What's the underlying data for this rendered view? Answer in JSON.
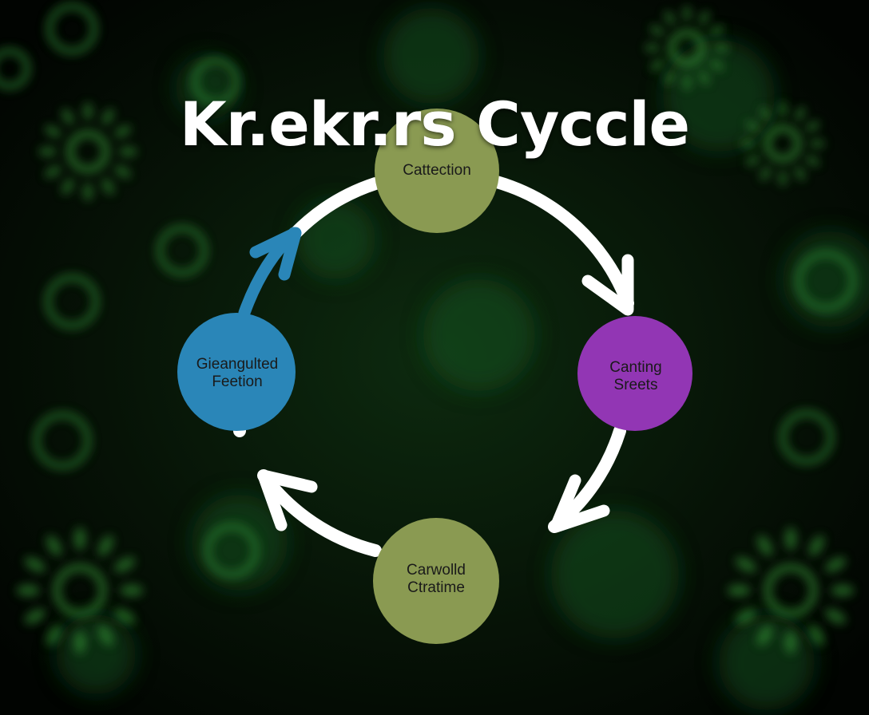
{
  "title": "Kr.ekr.rs Cyccle",
  "colors": {
    "background": "#020702",
    "ring": "#ffffff",
    "accent_arrow": "#2a86b8"
  },
  "nodes": [
    {
      "lines": [
        "Cattection"
      ],
      "color": "#8a9a52"
    },
    {
      "lines": [
        "Canting",
        "Sreets"
      ],
      "color": "#9236b4"
    },
    {
      "lines": [
        "Carwolld",
        "Ctratime"
      ],
      "color": "#8a9a52"
    },
    {
      "lines": [
        "Gieangulted",
        "Feetion"
      ],
      "color": "#2a86b8"
    }
  ]
}
